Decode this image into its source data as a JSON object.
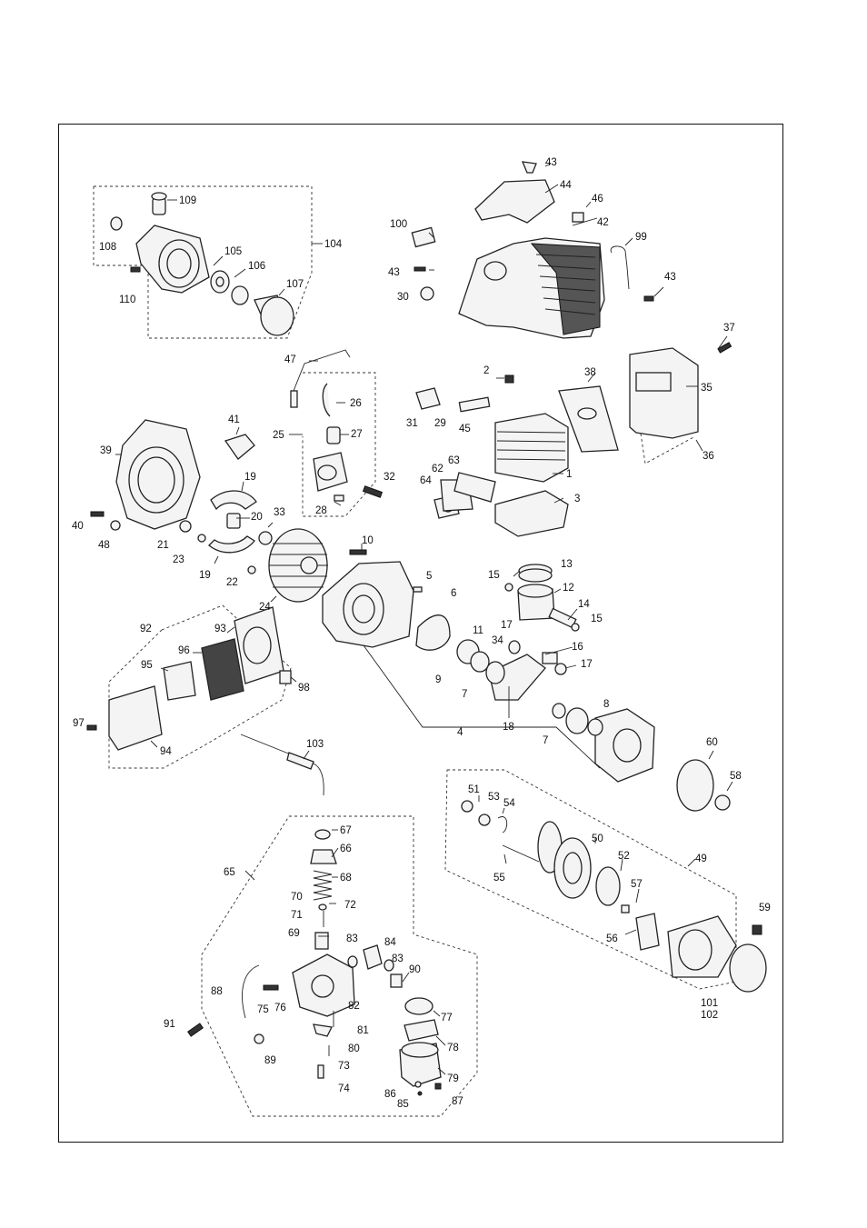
{
  "diagram": {
    "labels": [
      "1",
      "2",
      "3",
      "4",
      "5",
      "6",
      "7",
      "7",
      "8",
      "9",
      "10",
      "11",
      "12",
      "13",
      "14",
      "15",
      "15",
      "16",
      "17",
      "17",
      "18",
      "19",
      "19",
      "20",
      "21",
      "22",
      "23",
      "24",
      "25",
      "26",
      "27",
      "28",
      "29",
      "30",
      "31",
      "32",
      "33",
      "34",
      "35",
      "36",
      "37",
      "38",
      "39",
      "40",
      "41",
      "42",
      "43",
      "43",
      "43",
      "44",
      "45",
      "46",
      "47",
      "48",
      "49",
      "50",
      "51",
      "52",
      "53",
      "54",
      "55",
      "56",
      "57",
      "58",
      "59",
      "60",
      "62",
      "63",
      "64",
      "65",
      "66",
      "67",
      "68",
      "69",
      "70",
      "71",
      "72",
      "73",
      "74",
      "75",
      "76",
      "77",
      "78",
      "79",
      "80",
      "81",
      "82",
      "83",
      "83",
      "84",
      "85",
      "86",
      "87",
      "88",
      "89",
      "90",
      "91",
      "92",
      "93",
      "94",
      "95",
      "96",
      "97",
      "98",
      "99",
      "100",
      "101",
      "102",
      "103",
      "104",
      "105",
      "106",
      "107",
      "108",
      "109",
      "110"
    ]
  }
}
